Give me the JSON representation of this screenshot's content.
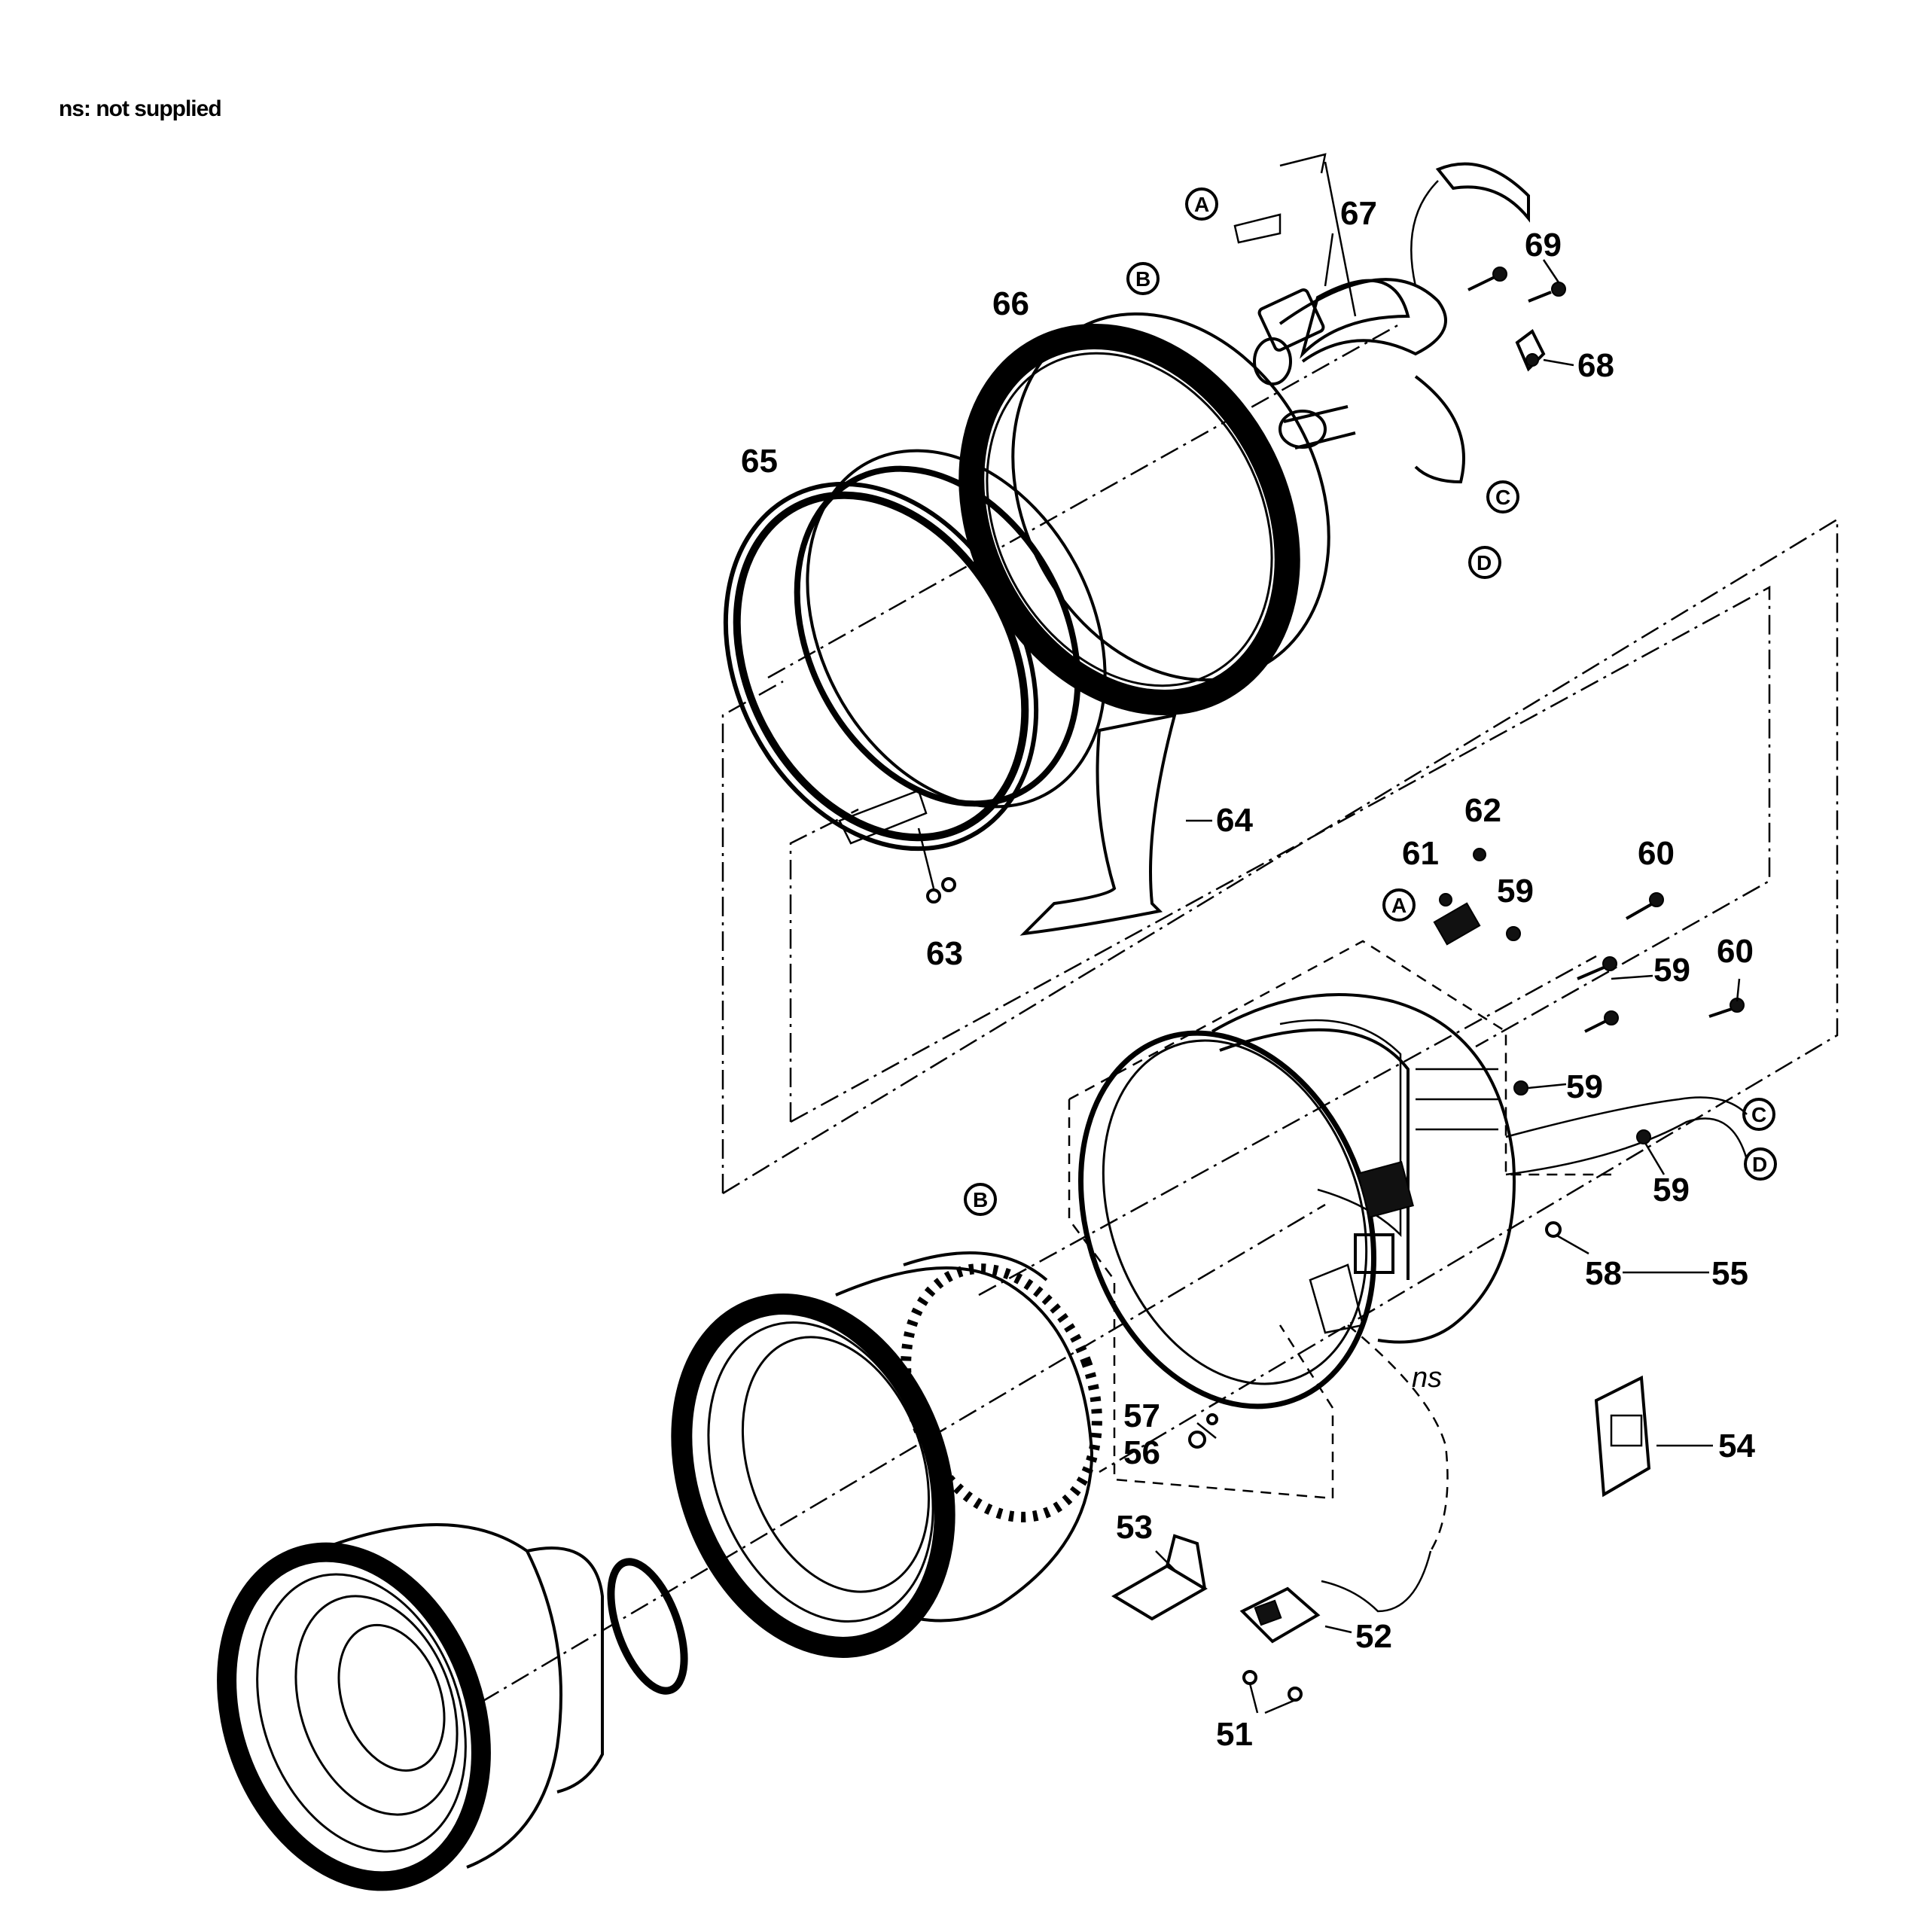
{
  "note": "ns: not supplied",
  "labels": {
    "l51": "51",
    "l52": "52",
    "l53": "53",
    "l54": "54",
    "l55": "55",
    "l56": "56",
    "l57": "57",
    "l58": "58",
    "l59a": "59",
    "l59b": "59",
    "l59c": "59",
    "l59d": "59",
    "l60a": "60",
    "l60b": "60",
    "l61": "61",
    "l62": "62",
    "l63": "63",
    "l64": "64",
    "l65": "65",
    "l66": "66",
    "l67": "67",
    "l68": "68",
    "l69": "69",
    "ns": "ns"
  },
  "connectors": {
    "a1": "A",
    "b1": "B",
    "c1": "C",
    "d1": "D",
    "a2": "A",
    "b2": "B",
    "c2": "C",
    "d2": "D"
  }
}
